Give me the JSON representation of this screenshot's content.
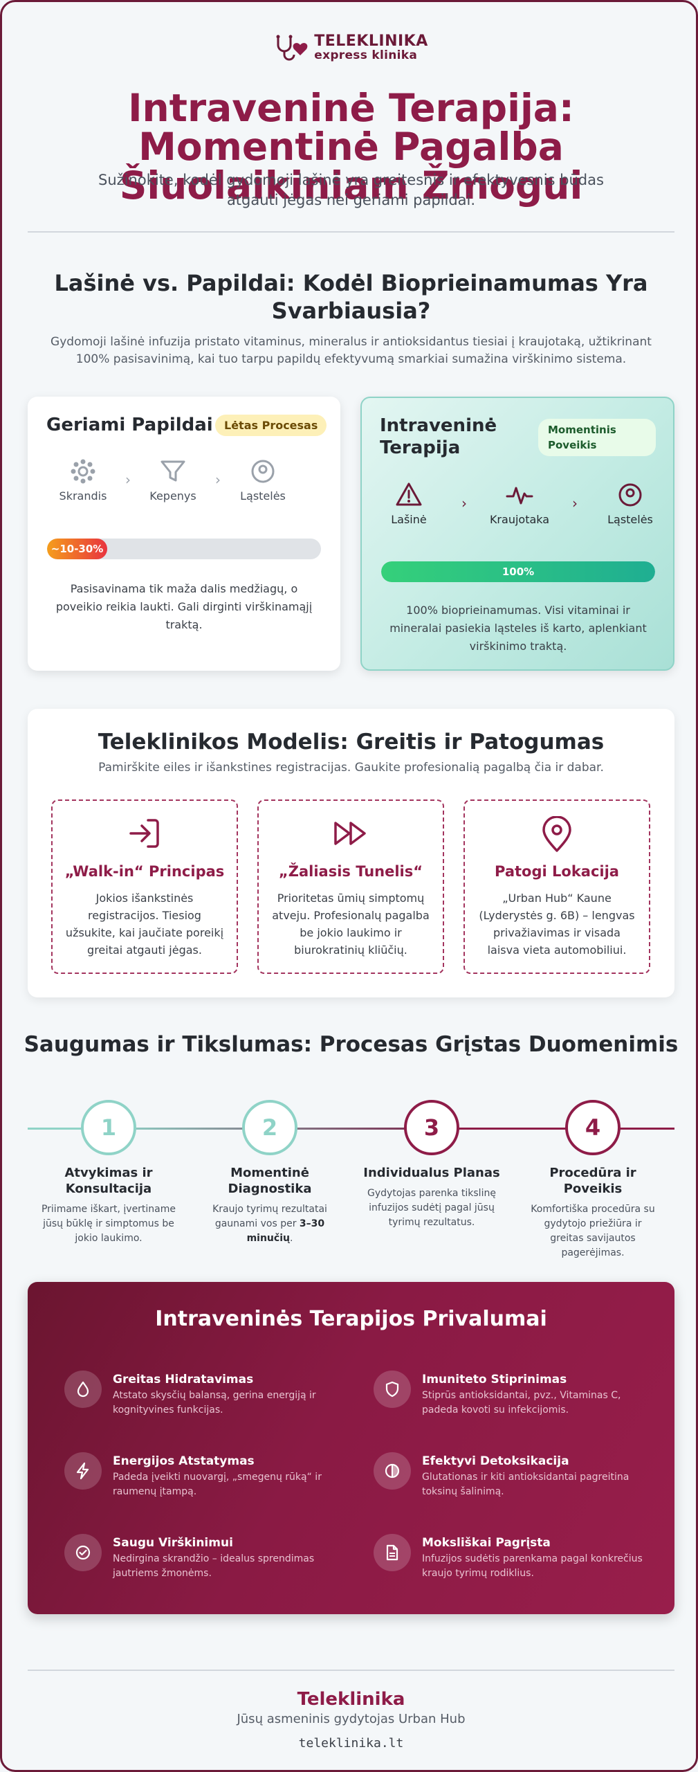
{
  "header": {
    "logo_line1": "TELEKLINIKA",
    "logo_line2": "express klinika",
    "title": "Intraveninė Terapija: Momentinė Pagalba Šiuolaikiniam Žmogui",
    "subtitle": "Sužinokite, kodėl gydomoji lašinė yra greitesnis ir efektyvesnis būdas atgauti jėgas nei geriami papildai."
  },
  "comparison": {
    "title": "Lašinė vs. Papildai: Kodėl Biopriein­amumas Yra Svarbiausia?",
    "description": "Gydomoji lašinė infuzija pristato vitaminus, mineralus ir antioksidantus tiesiai į kraujotaką, užtikrinant 100% pasisavinimą, kai tuo tarpu papildų efektyvumą smarkiai sumažina virškinimo sistema.",
    "oral": {
      "title": "Geriami Papildai",
      "badge": "Lėtas Procesas",
      "steps": [
        {
          "label": "Skrandis",
          "icon": "gear-icon"
        },
        {
          "label": "Kepenys",
          "icon": "filter-icon"
        },
        {
          "label": "Ląstelės",
          "icon": "cell-icon"
        }
      ],
      "bar_label": "~10-30%",
      "bar_percent": 22,
      "text": "Pasisavinama tik maža dalis medžiagų, o poveikio reikia laukti. Gali dirginti virškinamąjį traktą."
    },
    "iv": {
      "title": "Intraveninė Terapija",
      "badge": "Momentinis Poveikis",
      "steps": [
        {
          "label": "Lašinė",
          "icon": "warning-icon"
        },
        {
          "label": "Kraujotaka",
          "icon": "pulse-icon"
        },
        {
          "label": "Ląstelės",
          "icon": "cell-icon"
        }
      ],
      "bar_label": "100%",
      "bar_percent": 100,
      "text": "100% biopriein­amumas. Visi vitaminai ir mineralai pasiekia ląsteles iš karto, aplenkiant virškinimo traktą."
    }
  },
  "model": {
    "title": "Teleklinikos Modelis: Greitis ir Patogumas",
    "subtitle": "Pamirškite eiles ir išankstines registracijas. Gaukite profesionalią pagalbą čia ir dabar.",
    "cards": [
      {
        "title": "„Walk-in“ Principas",
        "text": "Jokios išankstinės registracijos. Tiesiog užsukite, kai jaučiate poreikį greitai atgauti jėgas."
      },
      {
        "title": "„Žaliasis Tunelis“",
        "text": "Prioritetas ūmių simptomų atveju. Profesionalų pagalba be jokio laukimo ir biurokratinių kliūčių."
      },
      {
        "title": "Patogi Lokacija",
        "text": "„Urban Hub“ Kaune (Lyderystės g. 6B) – lengvas privažiavimas ir visada laisva vieta automobiliui."
      }
    ]
  },
  "process": {
    "title": "Saugumas ir Tikslumas: Procesas Grįstas Duomenimis",
    "steps": [
      {
        "num": "1",
        "title": "Atvykimas ir Konsultacija",
        "text": "Priimame iškart, įvertiname jūsų būklę ir simptomus be jokio laukimo."
      },
      {
        "num": "2",
        "title": "Momentinė Diagnostika",
        "text": "Kraujo tyrimų rezultatai gaunami vos per ",
        "text_bold": "3–30 minučių",
        "text_end": "."
      },
      {
        "num": "3",
        "title": "Individualus Planas",
        "text": "Gydytojas parenka tikslinę infuzijos sudėtį pagal jūsų tyrimų rezultatus."
      },
      {
        "num": "4",
        "title": "Procedūra ir Poveikis",
        "text": "Komfortiška procedūra su gydytojo priežiūra ir greitas savijautos pagerėjimas."
      }
    ]
  },
  "benefits": {
    "title": "Intraveninės Terapijos Privalumai",
    "items": [
      {
        "title": "Greitas Hidratavimas",
        "text": "Atstato skysčių balansą, gerina energiją ir kognityvines funkcijas."
      },
      {
        "title": "Imuniteto Stiprinimas",
        "text": "Stiprūs antioksidantai, pvz., Vitaminas C, padeda kovoti su infekcijomis."
      },
      {
        "title": "Energijos Atstatymas",
        "text": "Padeda įveikti nuovargį, „smegenų rūką“ ir raumenų įtampą."
      },
      {
        "title": "Efektyvi Detoksikacija",
        "text": "Glutationas ir kiti antioksidantai pagreitina toksinų šalinimą."
      },
      {
        "title": "Saugu Virškinimui",
        "text": "Nedirgina skrandžio – idealus sprendimas jautriems žmonėms."
      },
      {
        "title": "Moksliškai Pagrįsta",
        "text": "Infuzijos sudėtis parenkama pagal konkrečius kraujo tyrimų rodiklius."
      }
    ]
  },
  "footer": {
    "name": "Teleklinika",
    "tagline": "Jūsų asmeninis gydytojas Urban Hub",
    "url": "teleklinika.lt"
  },
  "colors": {
    "brand": "#8e1c48",
    "teal": "#8fd3c7",
    "green": "#2fcf86",
    "orange": "#f59e1c"
  }
}
